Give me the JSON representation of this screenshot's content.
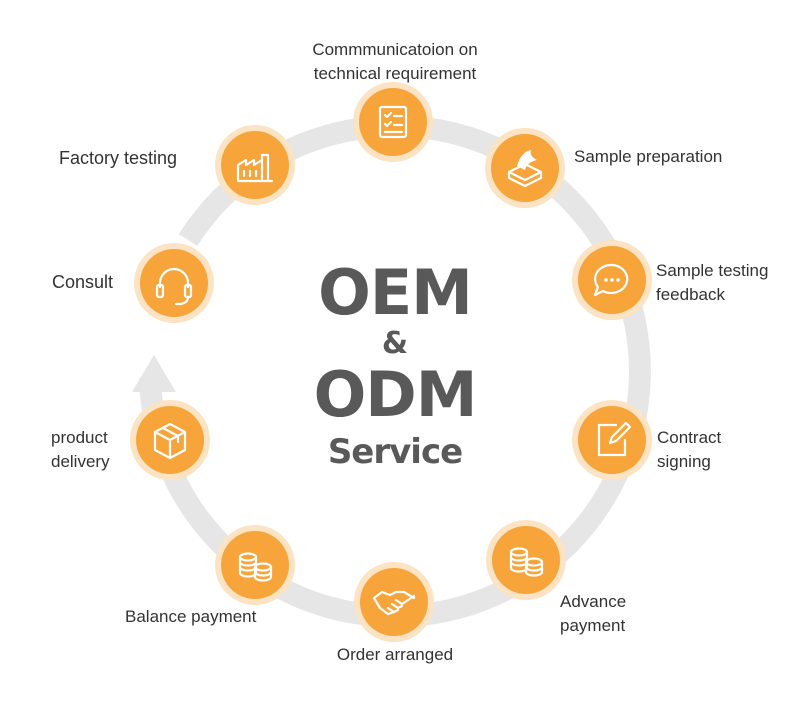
{
  "title": {
    "line1": "OEM",
    "amp": "&",
    "line2": "ODM",
    "line3": "Service"
  },
  "steps": [
    {
      "icon": "checklist-icon",
      "lines": [
        "Commmunicatoion on",
        "technical requirement"
      ]
    },
    {
      "icon": "sample-box-icon",
      "lines": [
        "Sample preparation"
      ]
    },
    {
      "icon": "chat-bubble-icon",
      "lines": [
        "Sample testing",
        "feedback"
      ]
    },
    {
      "icon": "pen-edit-icon",
      "lines": [
        "Contract",
        "signing"
      ]
    },
    {
      "icon": "coins-icon",
      "lines": [
        "Advance",
        "payment"
      ]
    },
    {
      "icon": "handshake-icon",
      "lines": [
        "Order arranged"
      ]
    },
    {
      "icon": "coins-icon",
      "lines": [
        "Balance payment"
      ]
    },
    {
      "icon": "package-icon",
      "lines": [
        "product",
        "delivery"
      ]
    },
    {
      "icon": "headset-icon",
      "lines": [
        "Consult"
      ]
    },
    {
      "icon": "factory-icon",
      "lines": [
        "Factory testing"
      ]
    }
  ],
  "colors": {
    "node": "#f7a53b",
    "node_halo": "#fbe3c4",
    "ring": "#e6e6e6",
    "title_text": "#595959",
    "label_text": "#333333"
  }
}
